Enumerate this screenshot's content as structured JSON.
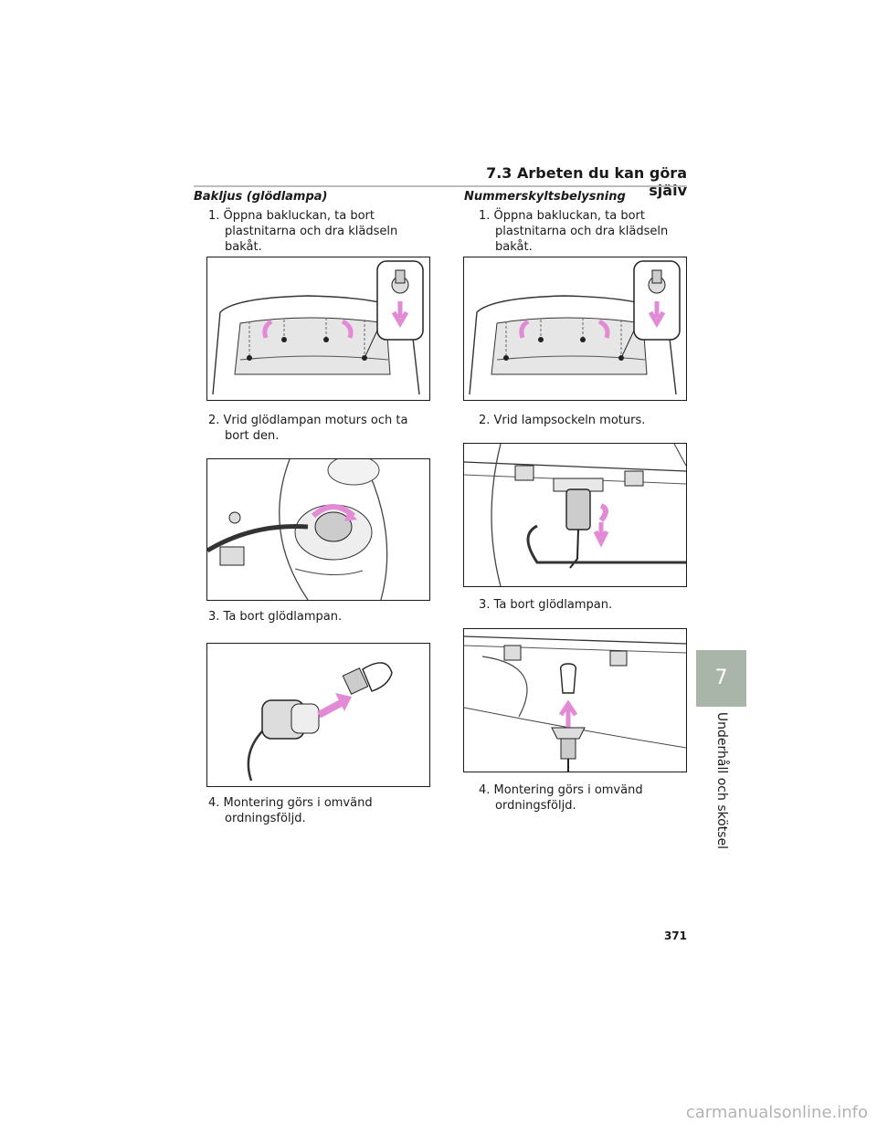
{
  "header": {
    "section": "7.3 Arbeten du kan göra själv"
  },
  "chapter": {
    "number": "7",
    "title": "Underhåll och skötsel"
  },
  "left": {
    "title": "Bakljus (glödlampa)",
    "steps": [
      "1. Öppna bakluckan, ta bort plastnitarna och dra klädseln bakåt.",
      "2. Vrid glödlampan moturs och ta bort den.",
      "3. Ta bort glödlampan.",
      "4. Montering görs i omvänd ordningsföljd."
    ]
  },
  "right": {
    "title": "Nummerskyltsbelysning",
    "steps": [
      "1. Öppna bakluckan, ta bort plastnitarna och dra klädseln bakåt.",
      "2. Vrid lampsockeln moturs.",
      "3. Ta bort glödlampan.",
      "4. Montering görs i omvänd ordningsföljd."
    ]
  },
  "page_number": "371",
  "watermark": "carmanualsonline.info",
  "colors": {
    "arrow": "#e28ad6",
    "tab": "#a8b5a8"
  }
}
